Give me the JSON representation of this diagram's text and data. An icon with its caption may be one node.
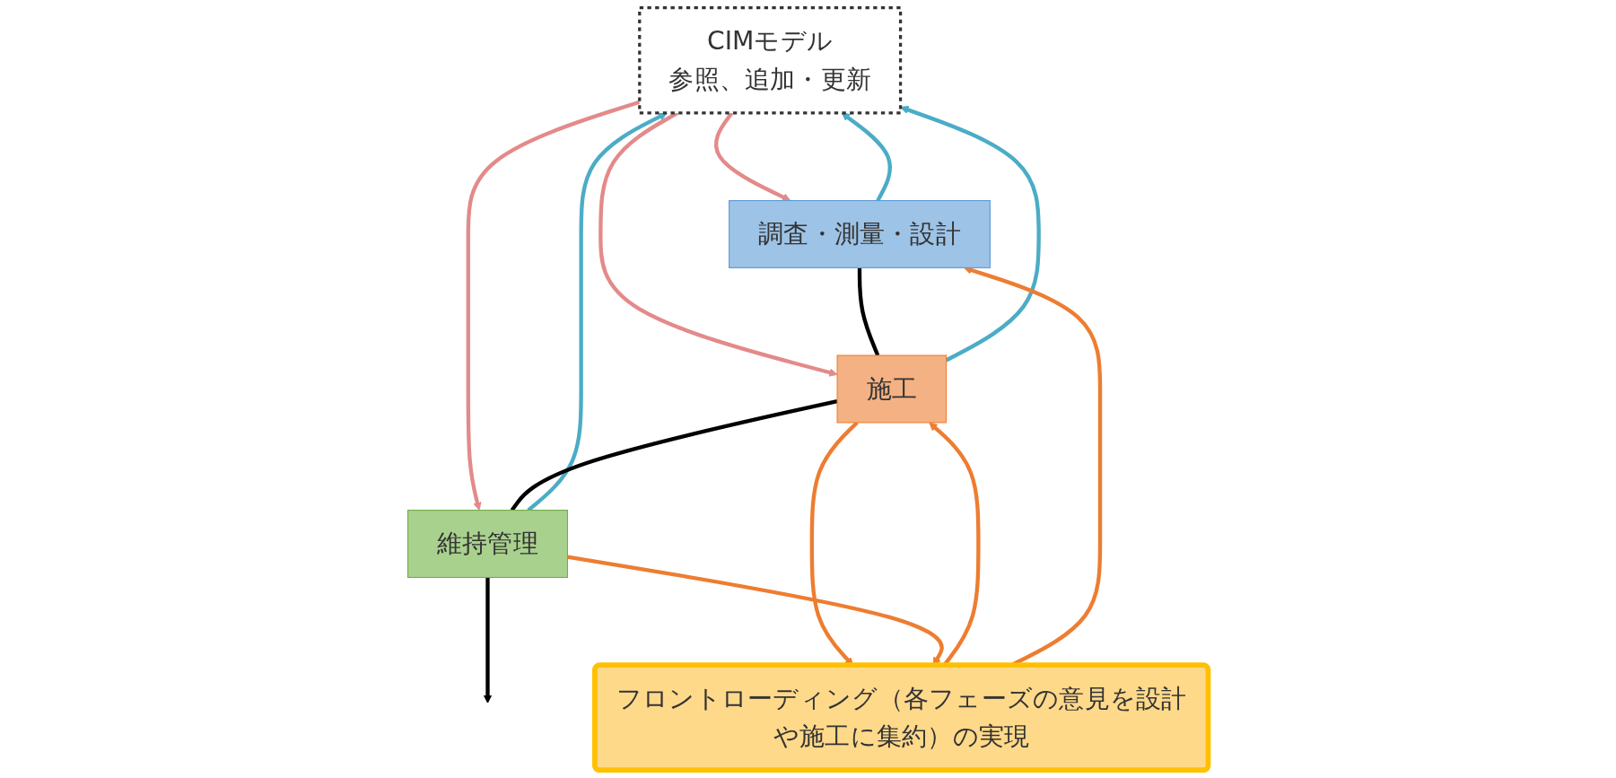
{
  "diagram": {
    "nodes": [
      {
        "text": [
          "CIMモデル",
          "参照、追加・更新"
        ]
      },
      {
        "text": [
          "調査・測量・設計"
        ]
      },
      {
        "text": [
          "施工"
        ]
      },
      {
        "text": [
          "維持管理"
        ]
      },
      {
        "text": [
          "フロントローディング（各フェーズの意見を設計や施工に集約）の実現"
        ]
      }
    ],
    "edges": [
      {
        "from": 0,
        "to": 1,
        "arrow": "to",
        "color": "#e38a8a"
      },
      {
        "from": 1,
        "to": 0,
        "arrow": "to",
        "color": "#4bacc6"
      },
      {
        "from": 0,
        "to": 2,
        "arrow": "to",
        "color": "#e38a8a"
      },
      {
        "from": 2,
        "to": 0,
        "arrow": "to",
        "color": "#4bacc6"
      },
      {
        "from": 0,
        "to": 3,
        "arrow": "to",
        "color": "#e38a8a"
      },
      {
        "from": 3,
        "to": 0,
        "arrow": "to",
        "color": "#4bacc6"
      },
      {
        "from": 1,
        "to": 2,
        "arrow": "none",
        "color": "#000000"
      },
      {
        "from": 2,
        "to": 3,
        "arrow": "none",
        "color": "#000000"
      },
      {
        "from": 3,
        "to": null,
        "arrow": "to",
        "color": "#000000"
      },
      {
        "from": 2,
        "to": 4,
        "arrow": "to",
        "color": "#ed7d31"
      },
      {
        "from": 4,
        "to": 2,
        "arrow": "to",
        "color": "#ed7d31"
      },
      {
        "from": 3,
        "to": 4,
        "arrow": "to",
        "color": "#ed7d31"
      },
      {
        "from": 4,
        "to": 1,
        "arrow": "to",
        "color": "#ed7d31"
      }
    ]
  }
}
